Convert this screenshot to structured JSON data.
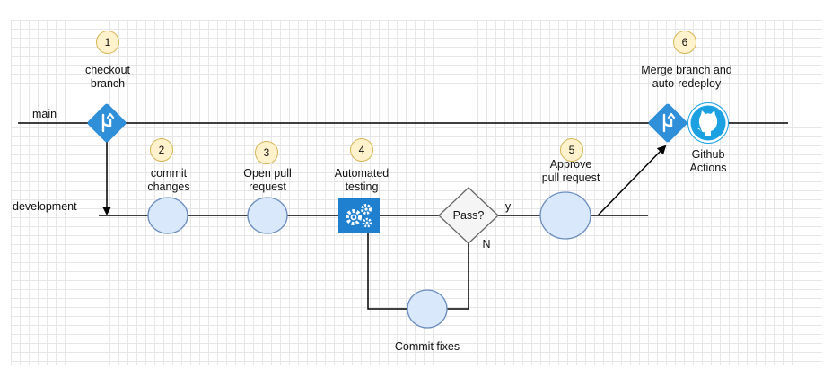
{
  "lanes": {
    "main": "main",
    "development": "development"
  },
  "steps": [
    {
      "number": "1",
      "label_line1": "checkout",
      "label_line2": "branch"
    },
    {
      "number": "2",
      "label_line1": "commit",
      "label_line2": "changes"
    },
    {
      "number": "3",
      "label_line1": "Open pull",
      "label_line2": "request"
    },
    {
      "number": "4",
      "label_line1": "Automated",
      "label_line2": "testing"
    },
    {
      "number": "5",
      "label_line1": "Approve",
      "label_line2": "pull request"
    },
    {
      "number": "6",
      "label_line1": "Merge branch and",
      "label_line2": "auto-redeploy"
    }
  ],
  "decision": {
    "label": "Pass?",
    "yes": "y",
    "no": "N"
  },
  "commit_fixes": "Commit fixes",
  "github_actions": {
    "line1": "Github",
    "line2": "Actions"
  },
  "colors": {
    "circle_fill": "#dae8fc",
    "circle_stroke": "#6c8ebf",
    "badge_fill": "#fff2cc",
    "badge_stroke": "#d6b656",
    "git_blue": "#2f8fd8",
    "gear_blue": "#1f80cf",
    "decision_fill": "#f5f5f5",
    "decision_stroke": "#666666",
    "github_fill": "#1ba1e2"
  },
  "icons": [
    "git-merge-icon",
    "gears-icon",
    "github-icon"
  ]
}
